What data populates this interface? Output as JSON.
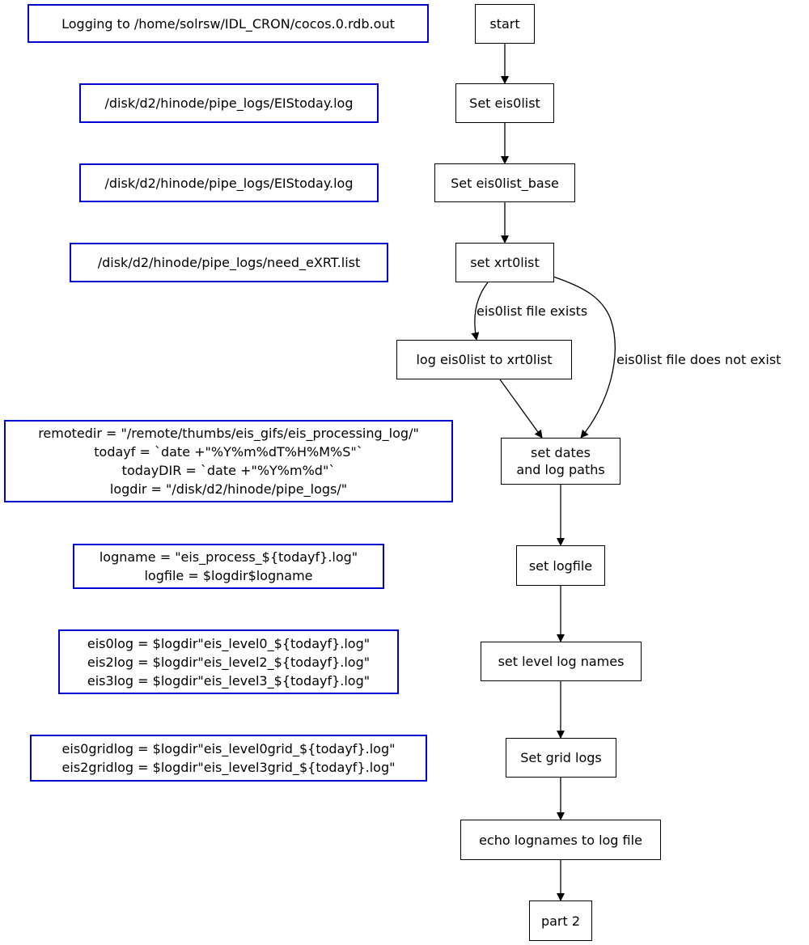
{
  "nodes": {
    "start": "start",
    "set_eis0list": "Set eis0list",
    "set_eis0list_base": "Set eis0list_base",
    "set_xrt0list": "set xrt0list",
    "log_eis0list": "log eis0list to xrt0list",
    "set_dates": [
      "set dates",
      "and log paths"
    ],
    "set_logfile": "set logfile",
    "set_level_logs": "set level log names",
    "set_grid_logs": "Set grid logs",
    "echo_lognames": "echo lognames to log file",
    "part2": "part 2"
  },
  "edge_labels": {
    "file_exists": "eis0list file exists",
    "file_not_exist": "eis0list file does not exist"
  },
  "notes": {
    "logging": [
      "Logging to /home/solrsw/IDL_CRON/cocos.0.rdb.out"
    ],
    "eistoday_1": [
      "/disk/d2/hinode/pipe_logs/EIStoday.log"
    ],
    "eistoday_2": [
      "/disk/d2/hinode/pipe_logs/EIStoday.log"
    ],
    "need_exrt": [
      "/disk/d2/hinode/pipe_logs/need_eXRT.list"
    ],
    "dates": [
      "remotedir = \"/remote/thumbs/eis_gifs/eis_processing_log/\"",
      "todayf = `date +\"%Y%m%dT%H%M%S\"`",
      "todayDIR = `date +\"%Y%m%d\"`",
      "logdir = \"/disk/d2/hinode/pipe_logs/\""
    ],
    "logname": [
      "logname = \"eis_process_${todayf}.log\"",
      "logfile = $logdir$logname"
    ],
    "levels": [
      "eis0log = $logdir\"eis_level0_${todayf}.log\"",
      "eis2log = $logdir\"eis_level2_${todayf}.log\"",
      "eis3log = $logdir\"eis_level3_${todayf}.log\""
    ],
    "grid": [
      "eis0gridlog = $logdir\"eis_level0grid_${todayf}.log\"",
      "eis2gridlog = $logdir\"eis_level3grid_${todayf}.log\""
    ]
  },
  "colors": {
    "node_border": "#000000",
    "note_border": "#0000d0",
    "edge": "#000000"
  }
}
